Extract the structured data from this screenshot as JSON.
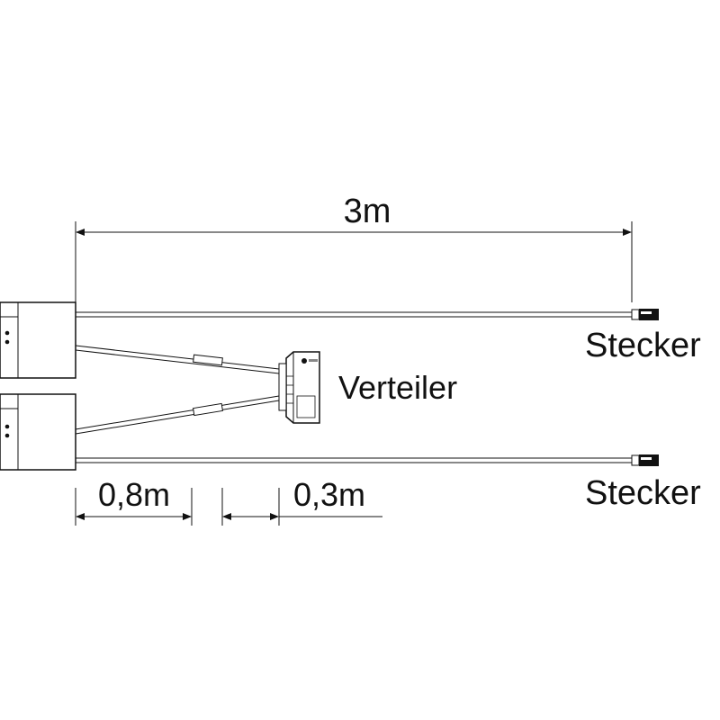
{
  "dimensions": {
    "total_length": "3m",
    "segment_one": "0,8m",
    "segment_two": "0,3m"
  },
  "labels": {
    "distributor": "Verteiler",
    "plug_top": "Stecker",
    "plug_bottom": "Stecker"
  },
  "colors": {
    "line": "#111111",
    "background": "#ffffff"
  }
}
